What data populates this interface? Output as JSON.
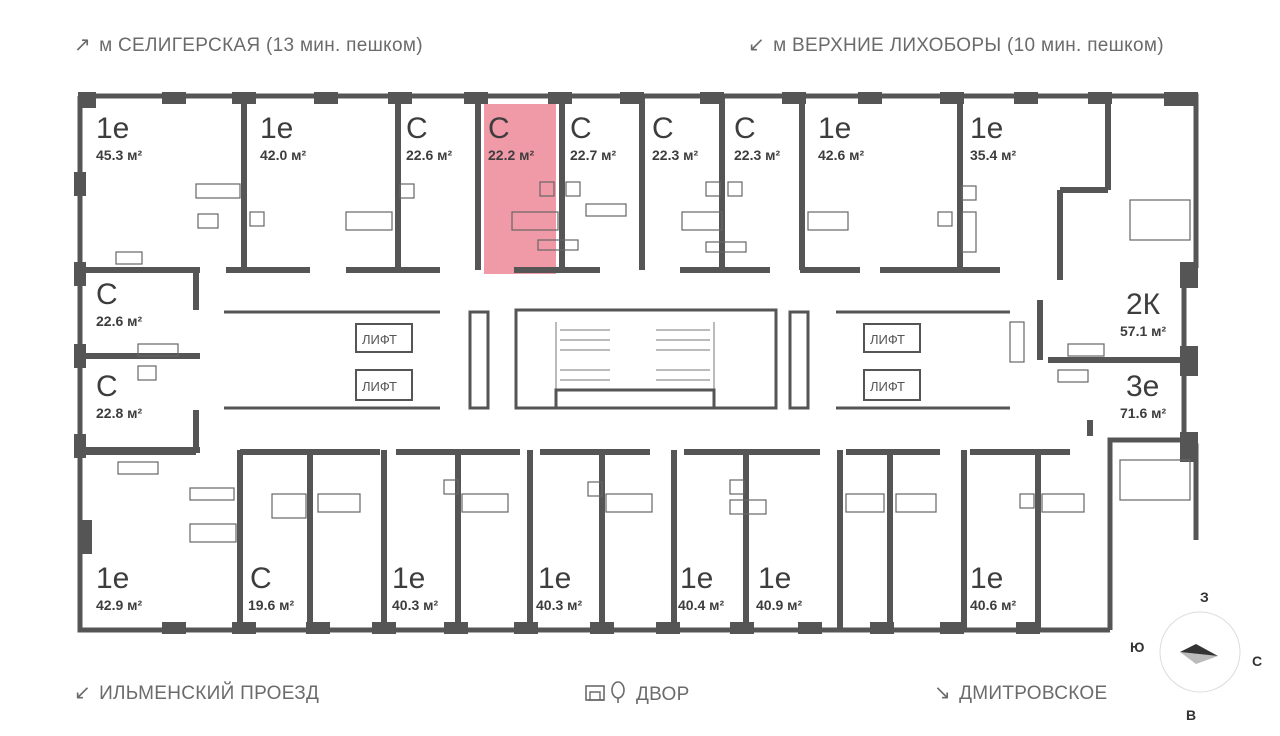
{
  "directions": {
    "top_left": {
      "arrow": "↗",
      "text": "м СЕЛИГЕРСКАЯ (13 мин. пешком)"
    },
    "top_right": {
      "arrow": "↙",
      "text": "м ВЕРХНИЕ ЛИХОБОРЫ (10 мин. пешком)"
    },
    "bottom_left": {
      "arrow": "↙",
      "text": "ИЛЬМЕНСКИЙ ПРОЕЗД"
    },
    "bottom_center": {
      "text": "ДВОР"
    },
    "bottom_right": {
      "arrow": "↘",
      "text": "ДМИТРОВСКОЕ"
    }
  },
  "compass": {
    "north": "З",
    "south": "В",
    "west": "Ю",
    "east": "С"
  },
  "lift_label": "ЛИФТ",
  "highlight_color": "#ee8f9f",
  "units": [
    {
      "type": "1е",
      "area": "45.3 м²",
      "highlighted": false
    },
    {
      "type": "1е",
      "area": "42.0 м²",
      "highlighted": false
    },
    {
      "type": "С",
      "area": "22.6 м²",
      "highlighted": false
    },
    {
      "type": "С",
      "area": "22.2 м²",
      "highlighted": true
    },
    {
      "type": "С",
      "area": "22.7 м²",
      "highlighted": false
    },
    {
      "type": "С",
      "area": "22.3 м²",
      "highlighted": false
    },
    {
      "type": "С",
      "area": "22.3 м²",
      "highlighted": false
    },
    {
      "type": "1е",
      "area": "42.6 м²",
      "highlighted": false
    },
    {
      "type": "1е",
      "area": "35.4 м²",
      "highlighted": false
    },
    {
      "type": "С",
      "area": "22.6 м²",
      "highlighted": false
    },
    {
      "type": "С",
      "area": "22.8 м²",
      "highlighted": false
    },
    {
      "type": "2К",
      "area": "57.1 м²",
      "highlighted": false
    },
    {
      "type": "3е",
      "area": "71.6 м²",
      "highlighted": false
    },
    {
      "type": "1е",
      "area": "42.9 м²",
      "highlighted": false
    },
    {
      "type": "С",
      "area": "19.6 м²",
      "highlighted": false
    },
    {
      "type": "1е",
      "area": "40.3 м²",
      "highlighted": false
    },
    {
      "type": "1е",
      "area": "40.3 м²",
      "highlighted": false
    },
    {
      "type": "1е",
      "area": "40.4 м²",
      "highlighted": false
    },
    {
      "type": "1е",
      "area": "40.9 м²",
      "highlighted": false
    },
    {
      "type": "1е",
      "area": "40.6 м²",
      "highlighted": false
    }
  ]
}
